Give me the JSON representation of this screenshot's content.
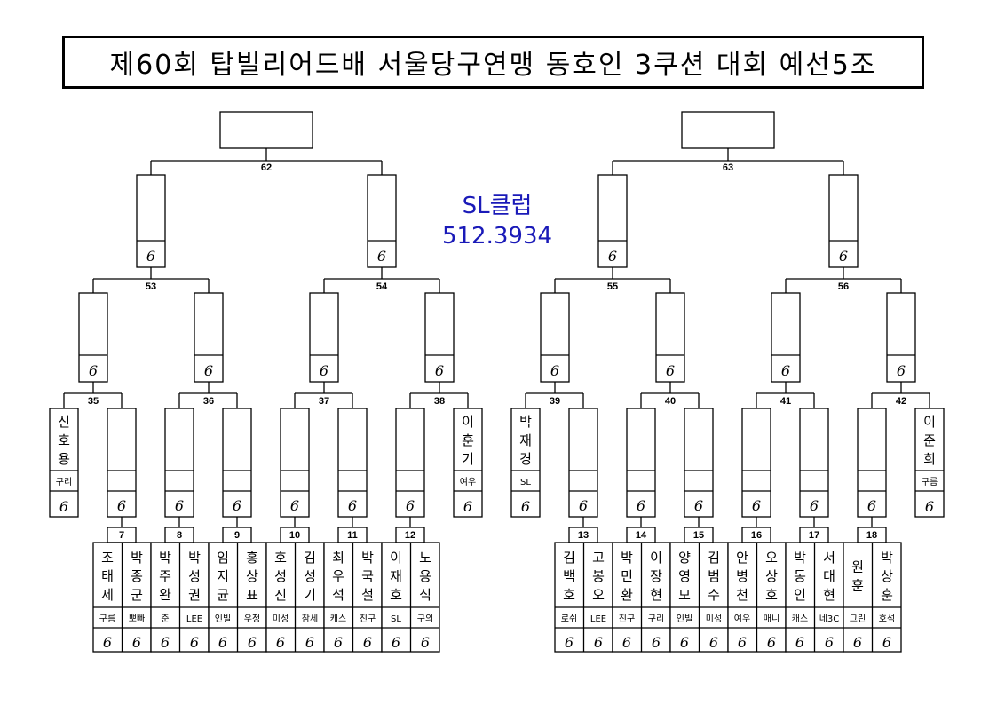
{
  "title": "제60회 탑빌리어드배 서울당구연맹 동호인 3쿠션 대회 예선5조",
  "club": {
    "name": "SL클럽",
    "phone": "512.3934"
  },
  "handicap_mark": "6",
  "match_numbers": {
    "final": [
      "62",
      "63"
    ],
    "semi": [
      "53",
      "54",
      "55",
      "56"
    ],
    "quarter": [
      "35",
      "36",
      "37",
      "38",
      "39",
      "40",
      "41",
      "42"
    ],
    "first": [
      "7",
      "8",
      "9",
      "10",
      "11",
      "12",
      "13",
      "14",
      "15",
      "16",
      "17",
      "18"
    ]
  },
  "byes": [
    {
      "name": "신호용",
      "club": "구리"
    },
    {
      "name": "이훈기",
      "club": "여우"
    },
    {
      "name": "박재경",
      "club": "SL"
    },
    {
      "name": "이준희",
      "club": "구름"
    }
  ],
  "players": [
    {
      "name": "조태제",
      "club": "구름"
    },
    {
      "name": "박종군",
      "club": "뽀빠"
    },
    {
      "name": "박주완",
      "club": "준"
    },
    {
      "name": "박성권",
      "club": "LEE"
    },
    {
      "name": "임지균",
      "club": "인빌"
    },
    {
      "name": "홍상표",
      "club": "우정"
    },
    {
      "name": "호성진",
      "club": "미성"
    },
    {
      "name": "김성기",
      "club": "참세"
    },
    {
      "name": "최우석",
      "club": "캐스"
    },
    {
      "name": "박국철",
      "club": "친구"
    },
    {
      "name": "이재호",
      "club": "SL"
    },
    {
      "name": "노용식",
      "club": "구의"
    },
    {
      "name": "김백호",
      "club": "로쉬"
    },
    {
      "name": "고봉오",
      "club": "LEE"
    },
    {
      "name": "박민환",
      "club": "친구"
    },
    {
      "name": "이장현",
      "club": "구리"
    },
    {
      "name": "양영모",
      "club": "인빌"
    },
    {
      "name": "김범수",
      "club": "미성"
    },
    {
      "name": "안병천",
      "club": "여우"
    },
    {
      "name": "오상호",
      "club": "매니"
    },
    {
      "name": "박동인",
      "club": "캐스"
    },
    {
      "name": "서대현",
      "club": "네3C"
    },
    {
      "name": "원훈",
      "club": "그린"
    },
    {
      "name": "박상훈",
      "club": "호석"
    }
  ]
}
